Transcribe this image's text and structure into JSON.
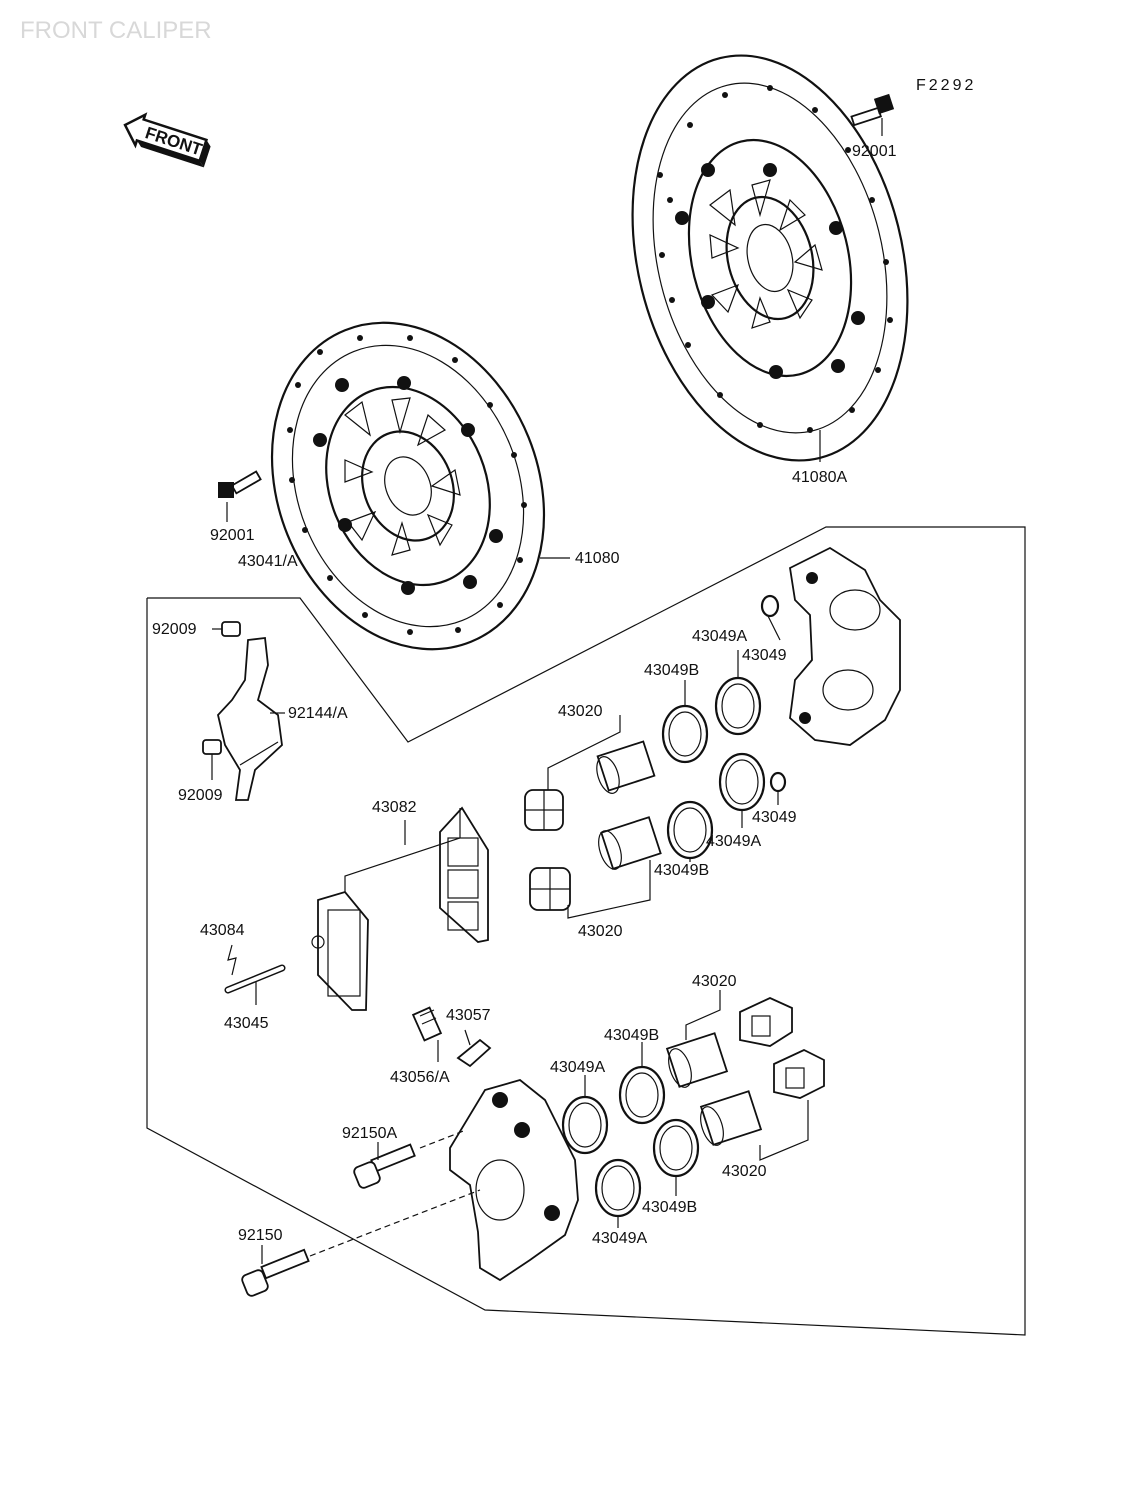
{
  "header": {
    "title": "FRONT CALIPER",
    "figure_code": "F2292",
    "front_arrow": "FRONT"
  },
  "labels": {
    "p92001_top": "92001",
    "p41080A": "41080A",
    "p92001_left": "92001",
    "p41080": "41080",
    "p43041": "43041/A",
    "p92009_top": "92009",
    "p92144": "92144/A",
    "p92009_bottom": "92009",
    "p43049A_top": "43049A",
    "p43049_top": "43049",
    "p43049B_top": "43049B",
    "p43020_a": "43020",
    "p43049_mid": "43049",
    "p43049A_mid": "43049A",
    "p43049B_mid": "43049B",
    "p43020_b": "43020",
    "p43082": "43082",
    "p43084": "43084",
    "p43045": "43045",
    "p43057": "43057",
    "p43056": "43056/A",
    "p43020_c": "43020",
    "p43049B_low": "43049B",
    "p43049A_low": "43049A",
    "p92150A": "92150A",
    "p43049B_bot": "43049B",
    "p43020_d": "43020",
    "p43049A_bot": "43049A",
    "p92150": "92150"
  }
}
